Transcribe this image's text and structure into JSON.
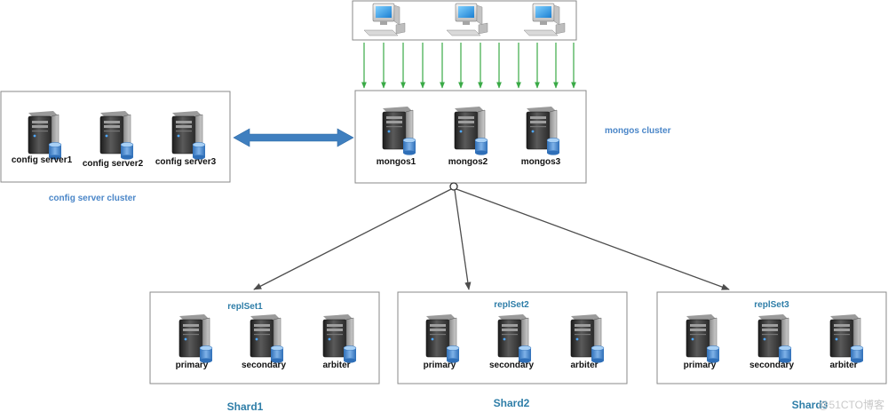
{
  "colors": {
    "cluster_label": "#4a86c8",
    "replset_label": "#2f7ea8",
    "shard_label": "#2f7ea8",
    "client_arrow": "#3aaa46",
    "bidirectional_arrow": "#3f7fbf",
    "routing_arrow": "#4d4d4d",
    "box_border": "#8a8a8a"
  },
  "icons": {
    "client": "desktop-computer-icon",
    "server": "server-with-database-icon"
  },
  "clients": {
    "count": 3,
    "arrow_count": 12
  },
  "mongos_cluster": {
    "label": "mongos cluster",
    "servers": [
      "mongos1",
      "mongos2",
      "mongos3"
    ]
  },
  "config_cluster": {
    "label": "config server cluster",
    "servers": [
      "config server1",
      "config server2",
      "config server3"
    ]
  },
  "shards": [
    {
      "name": "Shard1",
      "replset": "replSet1",
      "members": [
        "primary",
        "secondary",
        "arbiter"
      ]
    },
    {
      "name": "Shard2",
      "replset": "replSet2",
      "members": [
        "primary",
        "secondary",
        "arbiter"
      ]
    },
    {
      "name": "Shard3",
      "replset": "replSet3",
      "members": [
        "primary",
        "secondary",
        "arbiter"
      ]
    }
  ],
  "watermark": "@51CTO博客"
}
